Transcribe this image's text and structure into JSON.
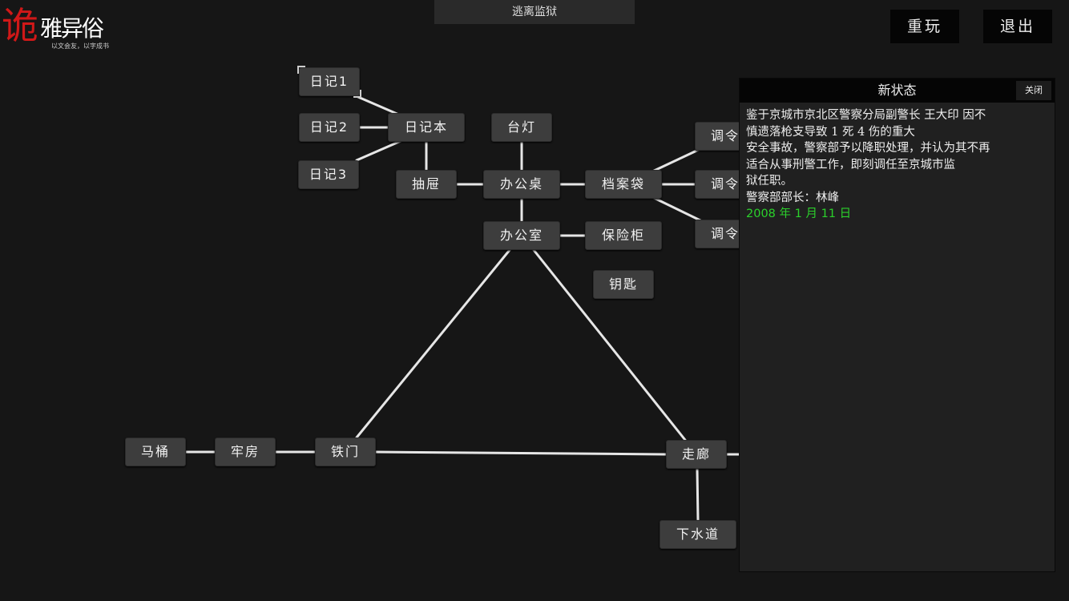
{
  "logo": {
    "first": "诡",
    "rest": "雅异俗",
    "tagline": "以文会友，以字成书"
  },
  "title": "逃离监狱",
  "buttons": {
    "replay": "重玩",
    "quit": "退出"
  },
  "nodes": {
    "diary1": "日记1",
    "diary2": "日记2",
    "diary3": "日记3",
    "notebook": "日记本",
    "drawer": "抽屉",
    "lamp": "台灯",
    "desk": "办公桌",
    "folder": "档案袋",
    "order1": "调令",
    "order2": "调令",
    "order3": "调令",
    "office": "办公室",
    "safe": "保险柜",
    "key": "钥匙",
    "toilet": "马桶",
    "cell": "牢房",
    "irongate": "铁门",
    "corridor": "走廊",
    "sewer": "下水道"
  },
  "panel": {
    "title": "新状态",
    "close": "关闭",
    "lines": [
      "鉴于京城市京北区警察分局副警长 王大印 因不",
      "慎遗落枪支导致 1 死 4 伤的重大",
      "安全事故，警察部予以降职处理，并认为其不再",
      "适合从事刑警工作，即刻调任至京城市监",
      "狱任职。",
      "警察部部长：林峰"
    ],
    "date": "2008 年 1 月 11 日"
  },
  "colors": {
    "date": "#2bd12b",
    "logo_red": "#d01818"
  }
}
